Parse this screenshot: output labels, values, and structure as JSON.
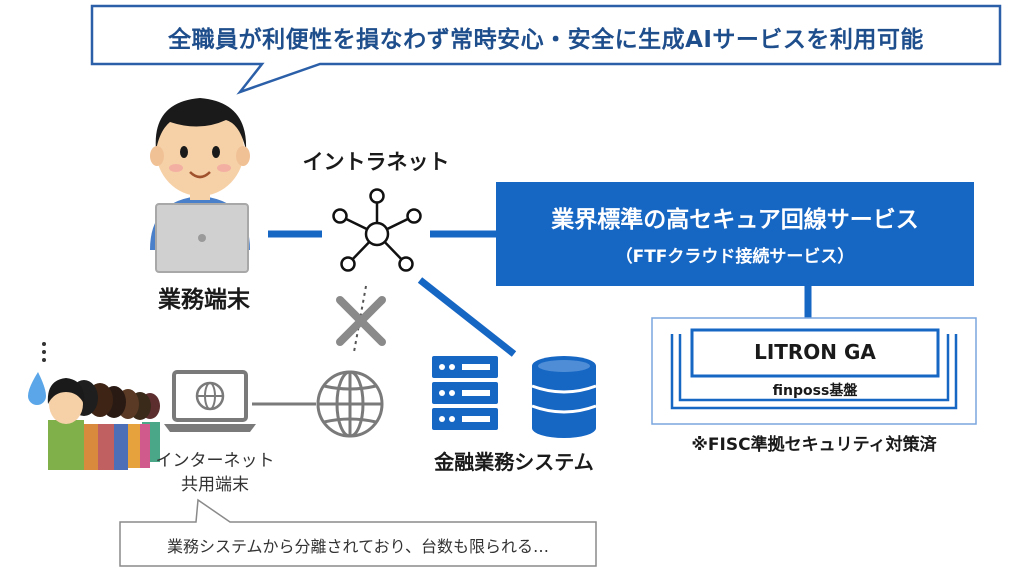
{
  "header_bubble": {
    "text": "全職員が利便性を損なわず常時安心・安全に生成AIサービスを利用可能"
  },
  "intranet": {
    "label": "イントラネット"
  },
  "business_terminal": {
    "label": "業務端末"
  },
  "secure_line": {
    "title": "業界標準の高セキュア回線サービス",
    "subtitle": "（FTFクラウド接続サービス）"
  },
  "litron": {
    "name": "LITRON GA",
    "platform": "finposs基盤",
    "note": "※FISC準拠セキュリティ対策済"
  },
  "financial_system": {
    "label": "金融業務システム"
  },
  "internet_terminal": {
    "line1": "インターネット",
    "line2": "共用端末"
  },
  "bottom_bubble": {
    "text": "業務システムから分離されており、台数も限られる…"
  },
  "colors": {
    "accent_blue": "#1666c4",
    "bubble_border": "#2b5fa8",
    "bubble_text": "#1f4e8c",
    "gray_icon": "#7a7a7a"
  }
}
